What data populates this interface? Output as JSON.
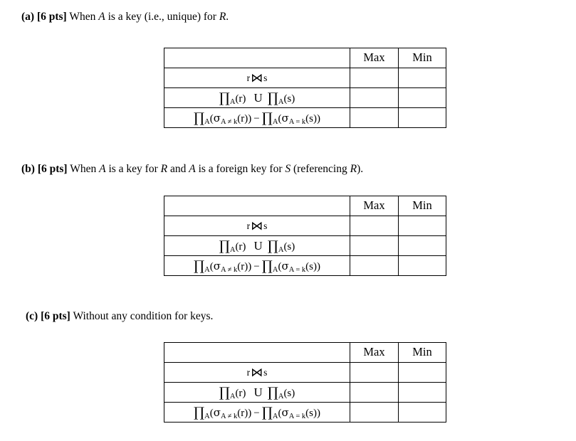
{
  "document": {
    "background_color": "#ffffff",
    "text_color": "#000000"
  },
  "sections": [
    {
      "id": "a",
      "label_marker": "(a)",
      "points": "[6 pts]",
      "prompt_parts": [
        {
          "text": "When ",
          "style": "roman"
        },
        {
          "text": "A",
          "style": "italic"
        },
        {
          "text": " is a key (i.e., unique) for ",
          "style": "roman"
        },
        {
          "text": "R",
          "style": "italic"
        },
        {
          "text": ".",
          "style": "roman"
        }
      ],
      "prompt_plain": "When A is a key (i.e., unique) for R."
    },
    {
      "id": "b",
      "label_marker": "(b)",
      "points": "[6 pts]",
      "prompt_parts": [
        {
          "text": "When ",
          "style": "roman"
        },
        {
          "text": "A",
          "style": "italic"
        },
        {
          "text": " is a key for ",
          "style": "roman"
        },
        {
          "text": "R",
          "style": "italic"
        },
        {
          "text": " and ",
          "style": "roman"
        },
        {
          "text": "A",
          "style": "italic"
        },
        {
          "text": " is a foreign key for ",
          "style": "roman"
        },
        {
          "text": "S",
          "style": "italic"
        },
        {
          "text": " (referencing ",
          "style": "roman"
        },
        {
          "text": "R",
          "style": "italic"
        },
        {
          "text": ").",
          "style": "roman"
        }
      ],
      "prompt_plain": "When A is a key for R and A is a foreign key for S (referencing R)."
    },
    {
      "id": "c",
      "label_marker": "(c)",
      "points": "[6 pts]",
      "prompt_parts": [
        {
          "text": "Without any condition for keys.",
          "style": "roman"
        }
      ],
      "prompt_plain": "Without any condition for keys."
    }
  ],
  "table": {
    "headers": [
      "",
      "Max",
      "Min"
    ],
    "expression_rows": [
      {
        "id": "join",
        "plain": "r ⋈ s",
        "left_rel": "r",
        "operator": "⋈",
        "right_rel": "s"
      },
      {
        "id": "union",
        "plain": "ΠA(r) U ΠA(s)",
        "left_proj": "∏",
        "left_sub": "A",
        "left_arg": "(r)",
        "operator": "U",
        "right_proj": "∏",
        "right_sub": "A",
        "right_arg": "(s)"
      },
      {
        "id": "difference",
        "plain": "ΠA(σA ≠ k(r)) − ΠA(σA = k(s))",
        "left_proj": "∏",
        "left_sub": "A",
        "left_open": "(",
        "left_sigma": "σ",
        "left_sigma_sub": "A ≠ k",
        "left_inner": "(r))",
        "operator": "−",
        "right_proj": "∏",
        "right_sub": "A",
        "right_open": "(",
        "right_sigma": "σ",
        "right_sigma_sub": "A = k",
        "right_inner": "(s))"
      }
    ],
    "empty_cell_value": ""
  }
}
